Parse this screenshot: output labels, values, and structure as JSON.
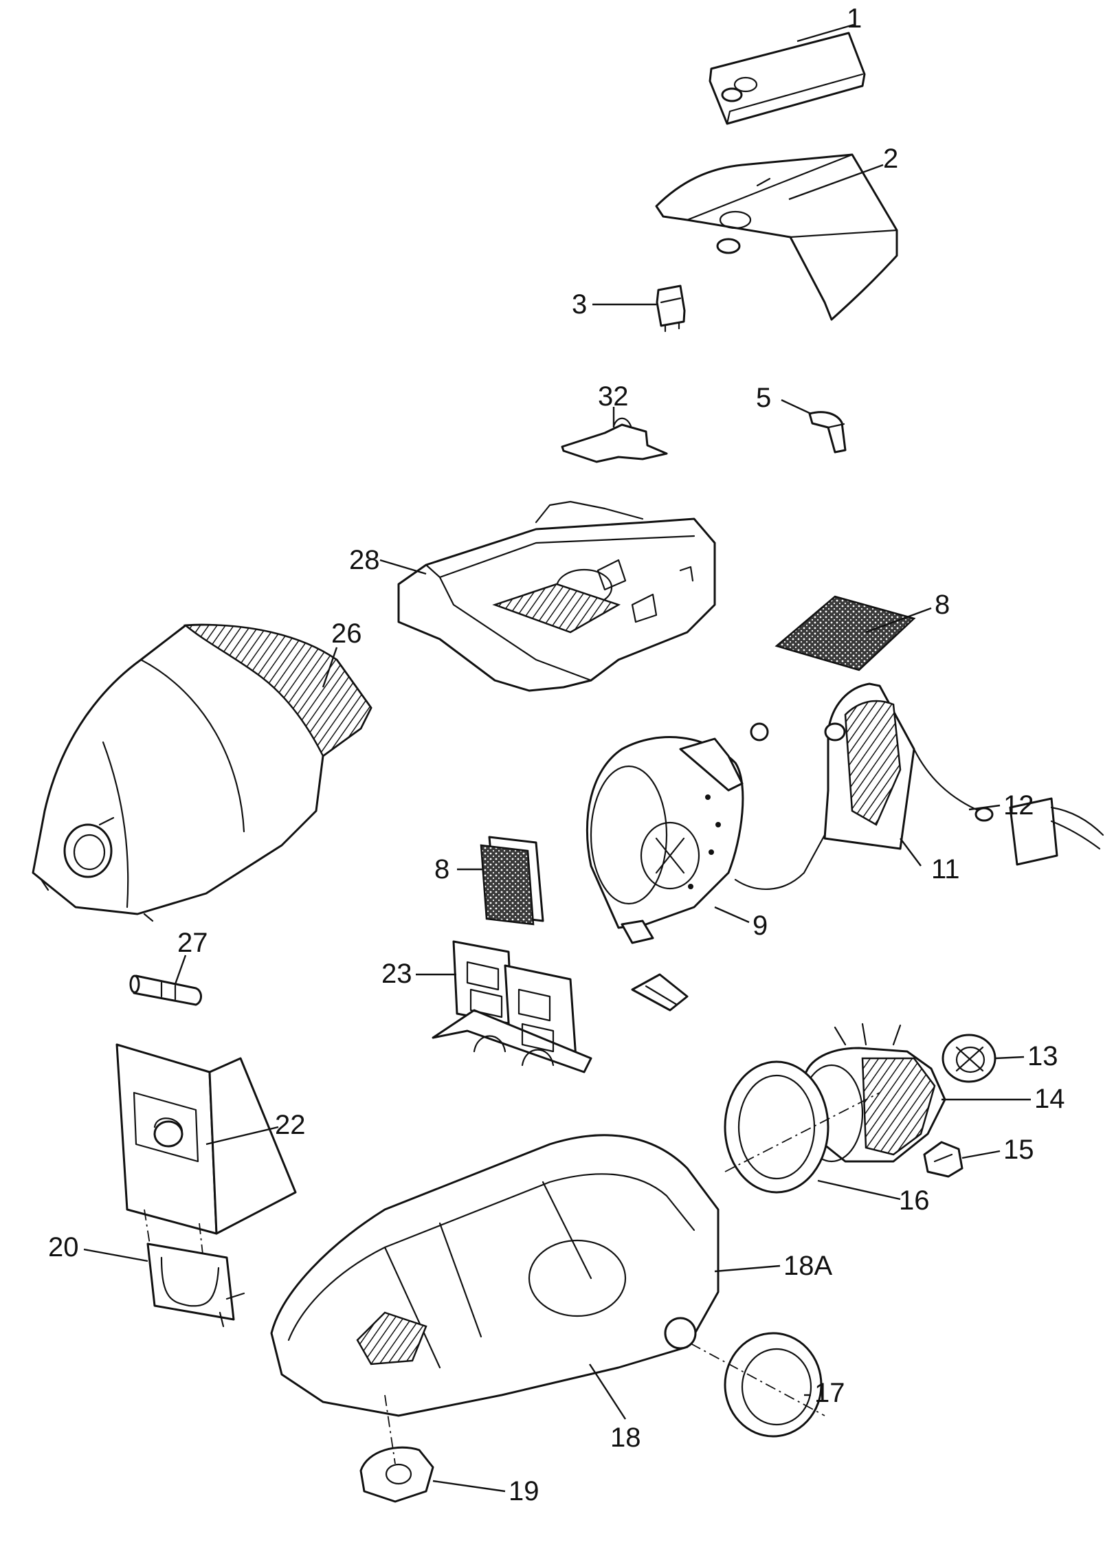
{
  "callouts": [
    {
      "id": "c1",
      "text": "1"
    },
    {
      "id": "c2",
      "text": "2"
    },
    {
      "id": "c3",
      "text": "3"
    },
    {
      "id": "c32",
      "text": "32"
    },
    {
      "id": "c5",
      "text": "5"
    },
    {
      "id": "c28",
      "text": "28"
    },
    {
      "id": "c8a",
      "text": "8"
    },
    {
      "id": "c26",
      "text": "26"
    },
    {
      "id": "c12",
      "text": "12"
    },
    {
      "id": "c11",
      "text": "11"
    },
    {
      "id": "c8b",
      "text": "8"
    },
    {
      "id": "c9",
      "text": "9"
    },
    {
      "id": "c27",
      "text": "27"
    },
    {
      "id": "c23",
      "text": "23"
    },
    {
      "id": "c13",
      "text": "13"
    },
    {
      "id": "c14",
      "text": "14"
    },
    {
      "id": "c22",
      "text": "22"
    },
    {
      "id": "c15",
      "text": "15"
    },
    {
      "id": "c16",
      "text": "16"
    },
    {
      "id": "c20",
      "text": "20"
    },
    {
      "id": "c18a",
      "text": "18A"
    },
    {
      "id": "c17",
      "text": "17"
    },
    {
      "id": "c18",
      "text": "18"
    },
    {
      "id": "c19",
      "text": "19"
    }
  ]
}
